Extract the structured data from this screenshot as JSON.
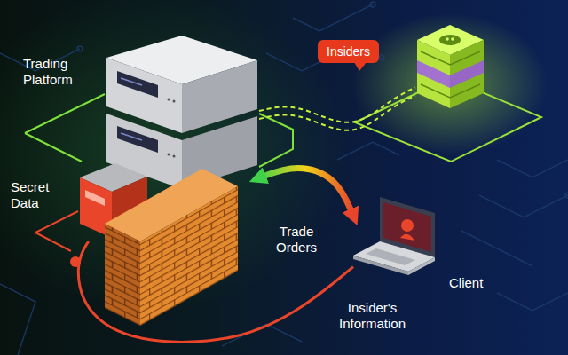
{
  "diagram": {
    "nodes": [
      {
        "text": [
          "Trading Platform"
        ]
      },
      {
        "text": [
          "Secret Data"
        ]
      },
      {
        "text": [
          "Insiders"
        ]
      },
      {
        "text": [
          "Client"
        ]
      }
    ],
    "edges": [
      {
        "from": 0,
        "to": 3,
        "label": "Trade Orders",
        "arrow": "both"
      },
      {
        "from": 1,
        "to": 3,
        "label": "Insider's Information",
        "arrow": "none"
      },
      {
        "from": 0,
        "to": 2,
        "arrow": "none"
      }
    ]
  }
}
